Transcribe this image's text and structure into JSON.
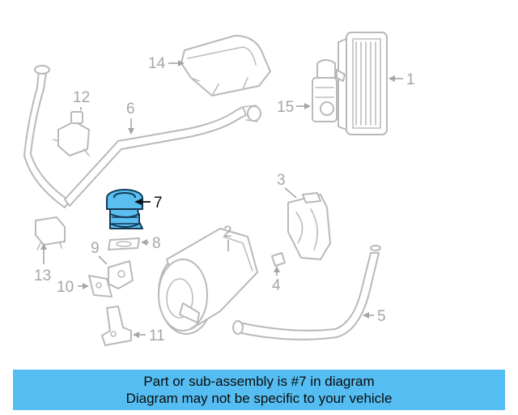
{
  "diagram": {
    "highlight_color": "#5bbef0",
    "callouts": {
      "c1": "1",
      "c2": "2",
      "c3": "3",
      "c4": "4",
      "c5": "5",
      "c6": "6",
      "c7": "7",
      "c8": "8",
      "c9": "9",
      "c10": "10",
      "c11": "11",
      "c12": "12",
      "c13": "13",
      "c14": "14",
      "c15": "15"
    },
    "active_callout": "7"
  },
  "banner": {
    "line1": "Part or sub-assembly is #7 in diagram",
    "line2": "Diagram may not be specific to your vehicle",
    "background": "#55bdf2"
  }
}
